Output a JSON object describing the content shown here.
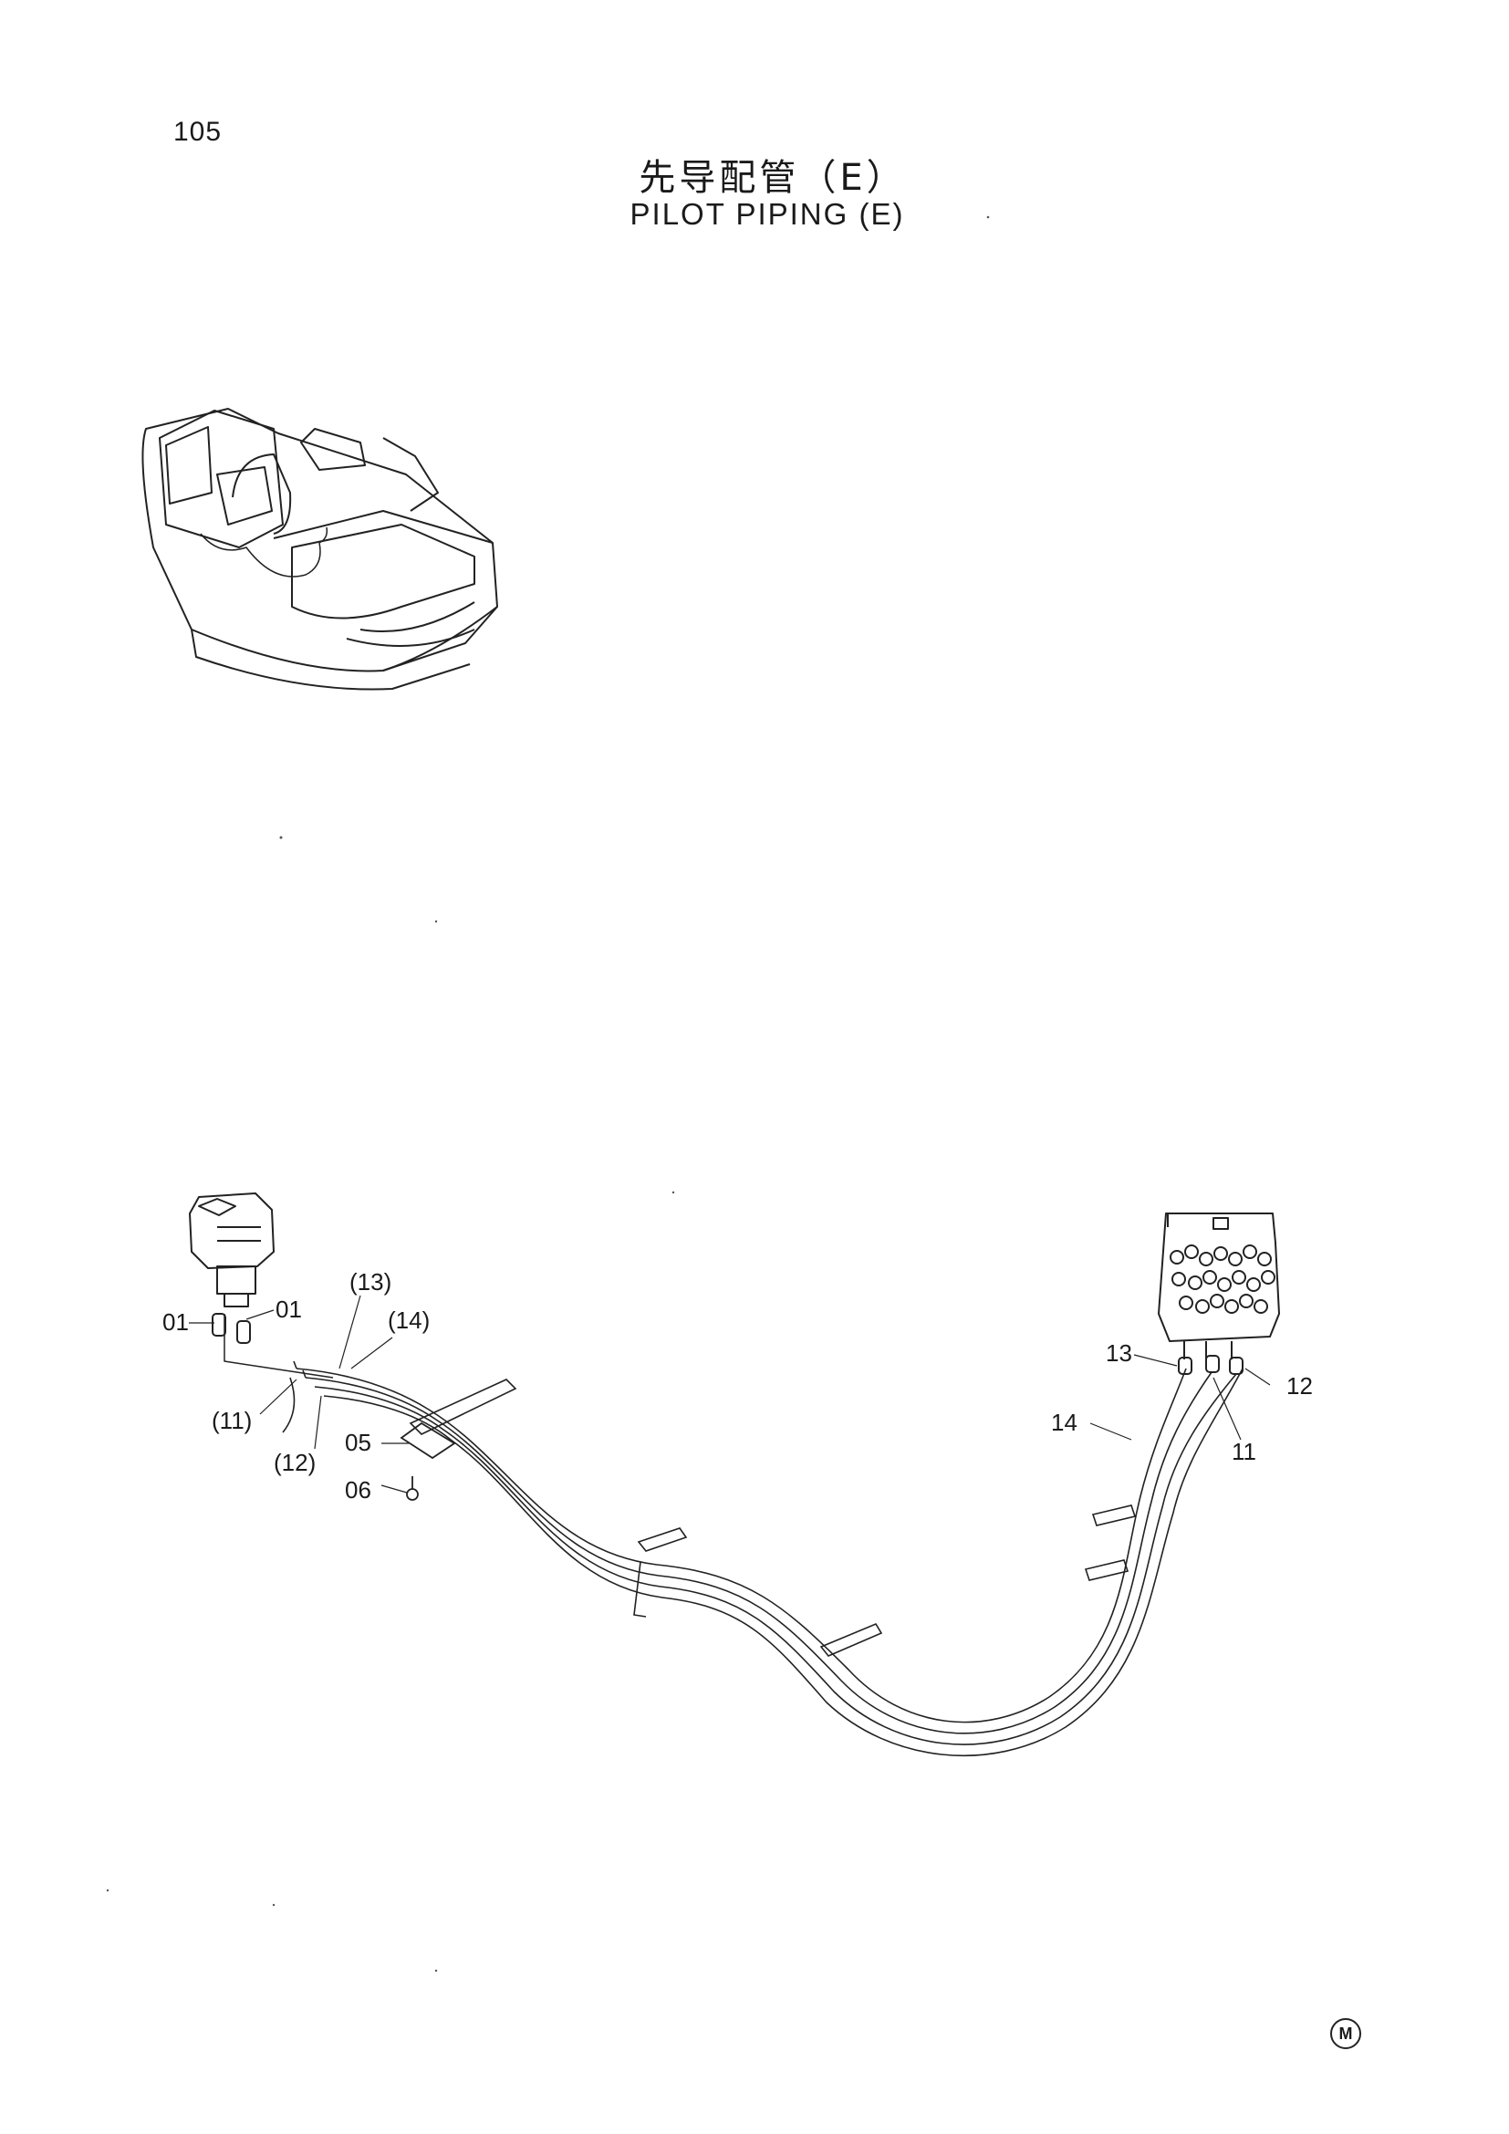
{
  "page": {
    "number": "105"
  },
  "title": {
    "chinese": "先导配管（E）",
    "english": "PILOT PIPING (E)"
  },
  "callouts": {
    "left_01a": "01",
    "left_01b": "01",
    "left_13": "(13)",
    "left_14": "(14)",
    "left_11": "(11)",
    "left_12": "(12)",
    "part_05": "05",
    "part_06": "06",
    "right_13": "13",
    "right_12": "12",
    "right_14": "14",
    "right_11": "11"
  },
  "footer_mark": "M"
}
